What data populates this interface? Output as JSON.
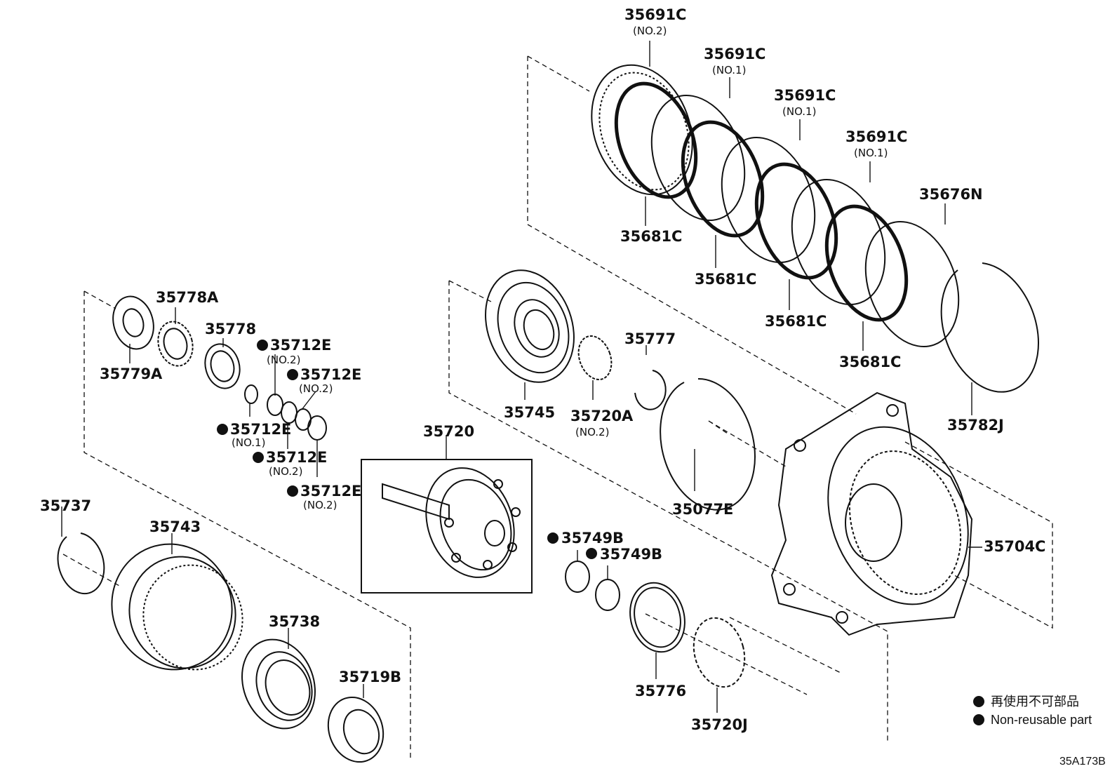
{
  "labels": {
    "p35691C_a": "35691C",
    "p35691C_a_sub": "(NO.2)",
    "p35691C_b": "35691C",
    "p35691C_b_sub": "(NO.1)",
    "p35691C_c": "35691C",
    "p35691C_c_sub": "(NO.1)",
    "p35691C_d": "35691C",
    "p35691C_d_sub": "(NO.1)",
    "p35676N": "35676N",
    "p35681C_a": "35681C",
    "p35681C_b": "35681C",
    "p35681C_c": "35681C",
    "p35681C_d": "35681C",
    "p35782J": "35782J",
    "p35778A": "35778A",
    "p35779A": "35779A",
    "p35778": "35778",
    "p35712E_a": "35712E",
    "p35712E_a_sub": "(NO.2)",
    "p35712E_b": "35712E",
    "p35712E_b_sub": "(NO.2)",
    "p35712E_c": "35712E",
    "p35712E_c_sub": "(NO.1)",
    "p35712E_d": "35712E",
    "p35712E_d_sub": "(NO.2)",
    "p35712E_e": "35712E",
    "p35712E_e_sub": "(NO.2)",
    "p35745": "35745",
    "p35720A": "35720A",
    "p35720A_sub": "(NO.2)",
    "p35777": "35777",
    "p35077E": "35077E",
    "p35720": "35720",
    "p35704C": "35704C",
    "p35737": "35737",
    "p35743": "35743",
    "p35738": "35738",
    "p35719B": "35719B",
    "p35749B_a": "35749B",
    "p35749B_b": "35749B",
    "p35776": "35776",
    "p35720J": "35720J"
  },
  "legend": {
    "jp": "再使用不可部品",
    "en": "Non-reusable part"
  },
  "diagram_code": "35A173B"
}
